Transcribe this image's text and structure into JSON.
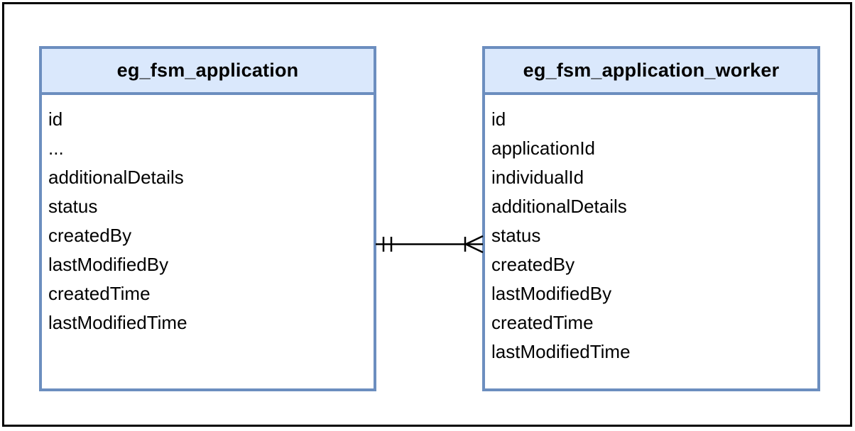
{
  "diagram": {
    "type": "entity-relationship",
    "tables": [
      {
        "name": "eg_fsm_application",
        "fields": [
          "id",
          "...",
          "additionalDetails",
          "status",
          "createdBy",
          "lastModifiedBy",
          "createdTime",
          "lastModifiedTime"
        ]
      },
      {
        "name": "eg_fsm_application_worker",
        "fields": [
          "id",
          "applicationId",
          "individualId",
          "additionalDetails",
          "status",
          "createdBy",
          "lastModifiedBy",
          "createdTime",
          "lastModifiedTime"
        ]
      }
    ],
    "relationship": {
      "from_table": "eg_fsm_application",
      "to_table": "eg_fsm_application_worker",
      "from_cardinality": "exactly-one",
      "to_cardinality": "one-or-many",
      "notation": "crows-foot"
    },
    "colors": {
      "header_fill": "#dae8fc",
      "table_border": "#6c8ebf",
      "body_fill": "#ffffff",
      "frame_border": "#000000",
      "connector": "#000000",
      "text": "#000000"
    }
  }
}
